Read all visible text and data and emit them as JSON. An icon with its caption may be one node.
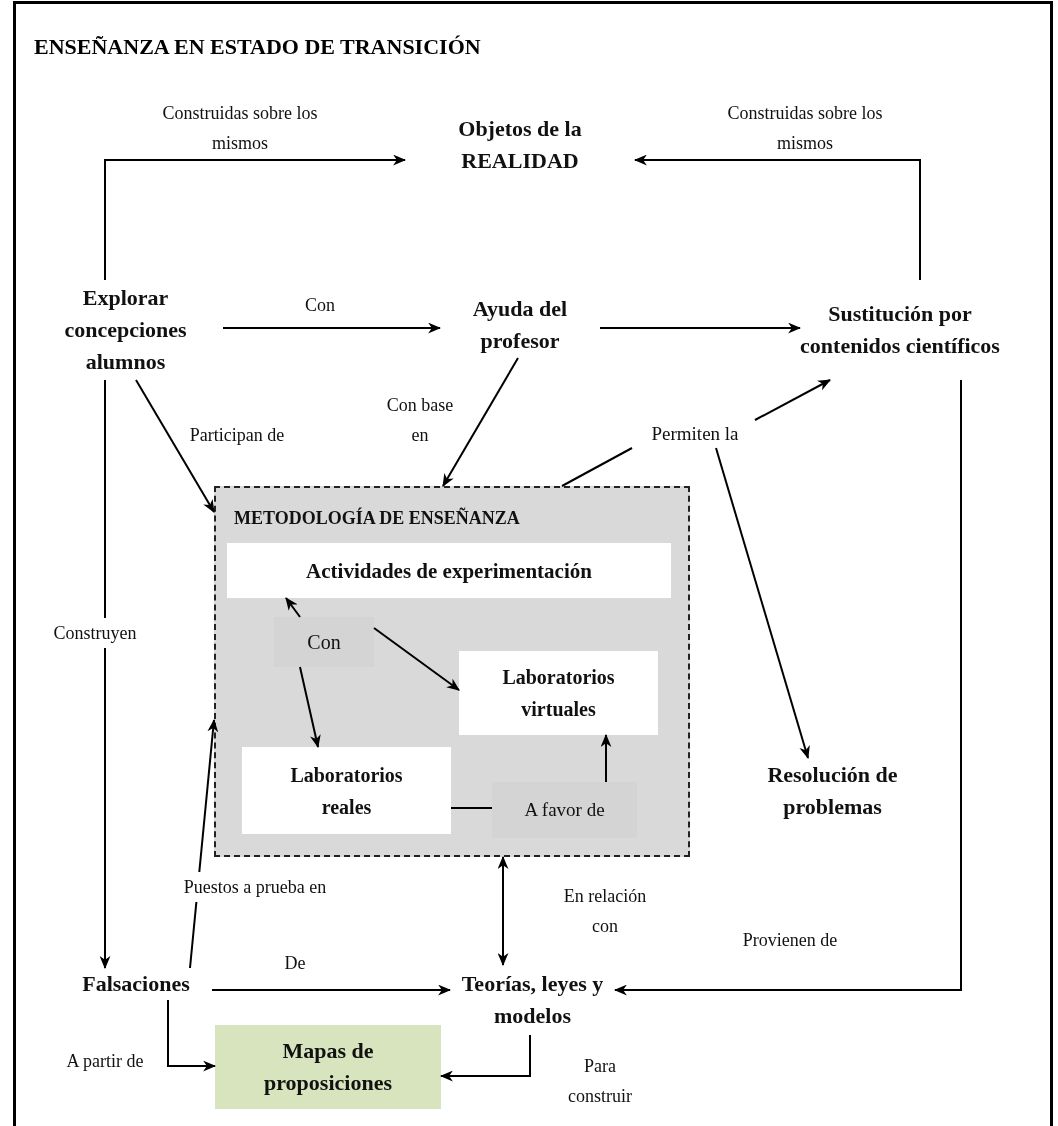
{
  "diagram": {
    "title": "ENSEÑANZA EN ESTADO DE TRANSICIÓN",
    "nodes": [
      {
        "text": [
          "Objetos de la REALIDAD"
        ]
      },
      {
        "text": [
          "Explorar concepciones alumnos"
        ]
      },
      {
        "text": [
          "Ayuda del profesor"
        ]
      },
      {
        "text": [
          "Sustitución por contenidos científicos"
        ]
      },
      {
        "text": [
          "Permiten la"
        ]
      },
      {
        "text": [
          "METODOLOGÍA DE ENSEÑANZA"
        ]
      },
      {
        "text": [
          "Actividades de experimentación"
        ],
        "in": 5
      },
      {
        "text": [
          "Con"
        ],
        "in": 5
      },
      {
        "text": [
          "Laboratorios virtuales"
        ],
        "in": 5
      },
      {
        "text": [
          "Laboratorios reales"
        ],
        "in": 5
      },
      {
        "text": [
          "A favor de"
        ],
        "in": 5
      },
      {
        "text": [
          "Resolución de problemas"
        ]
      },
      {
        "text": [
          "Falsaciones"
        ]
      },
      {
        "text": [
          "Teorías, leyes y modelos"
        ]
      },
      {
        "text": [
          "Mapas de proposiciones"
        ]
      }
    ],
    "edges": [
      {
        "from": 1,
        "to": 0,
        "arrow": "to",
        "label": "Construidas sobre los mismos"
      },
      {
        "from": 3,
        "to": 0,
        "arrow": "to",
        "label": "Construidas sobre los mismos"
      },
      {
        "from": 1,
        "to": 2,
        "arrow": "to",
        "label": "Con"
      },
      {
        "from": 2,
        "to": 3,
        "arrow": "to"
      },
      {
        "from": 1,
        "to": 5,
        "arrow": "to",
        "label": "Participan de"
      },
      {
        "from": 2,
        "to": 5,
        "arrow": "to",
        "label": "Con base en"
      },
      {
        "from": 5,
        "to": 4,
        "arrow": "none"
      },
      {
        "from": 4,
        "to": 3,
        "arrow": "to"
      },
      {
        "from": 4,
        "to": 11,
        "arrow": "to"
      },
      {
        "from": 7,
        "to": 6,
        "arrow": "to"
      },
      {
        "from": 7,
        "to": 8,
        "arrow": "to"
      },
      {
        "from": 7,
        "to": 9,
        "arrow": "to"
      },
      {
        "from": 9,
        "to": 10,
        "arrow": "none"
      },
      {
        "from": 10,
        "to": 8,
        "arrow": "to"
      },
      {
        "from": 1,
        "to": 12,
        "arrow": "to",
        "label": "Construyen"
      },
      {
        "from": 12,
        "to": 5,
        "arrow": "to",
        "label": "Puestos a prueba en"
      },
      {
        "from": 5,
        "to": 13,
        "arrow": "both",
        "label": "En relación con"
      },
      {
        "from": 3,
        "to": 13,
        "arrow": "to",
        "label": "Provienen de"
      },
      {
        "from": 12,
        "to": 13,
        "arrow": "to",
        "label": "De"
      },
      {
        "from": 12,
        "to": 14,
        "arrow": "to",
        "label": "A partir de"
      },
      {
        "from": 13,
        "to": 14,
        "arrow": "to",
        "label": "Para construir"
      }
    ]
  }
}
